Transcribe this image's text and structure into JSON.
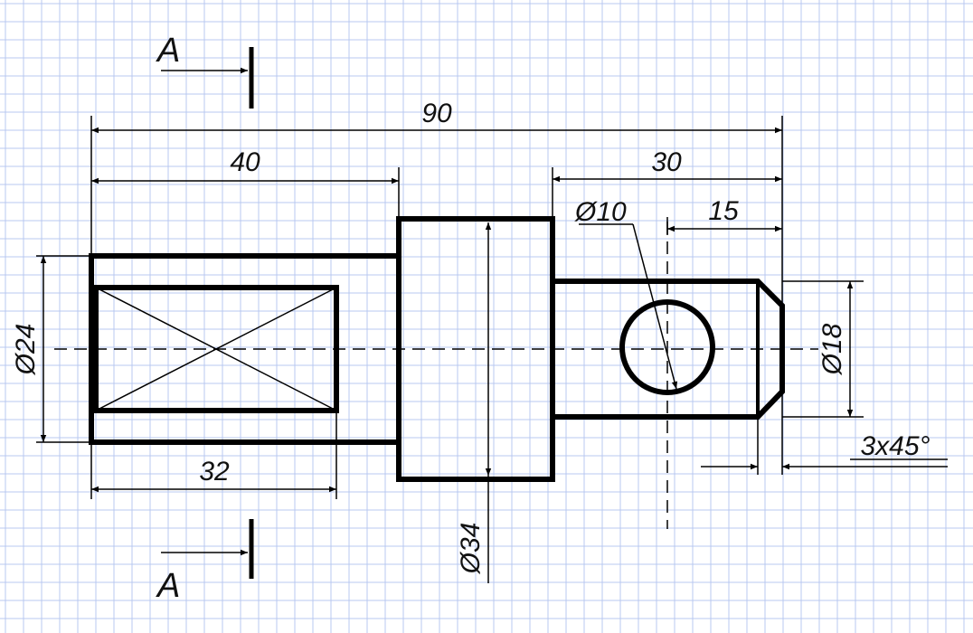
{
  "colors": {
    "grid": "#b9c9f0",
    "ink": "#000000",
    "background": "#ffffff"
  },
  "section": {
    "label_top": "A",
    "label_bottom": "A"
  },
  "dimensions": {
    "total_length": "90",
    "left_length": "40",
    "right_length": "30",
    "hole_offset": "15",
    "square_length": "32",
    "hole_diameter": "Ø10",
    "left_diameter": "Ø24",
    "collar_diameter": "Ø34",
    "right_diameter": "Ø18",
    "chamfer": "3x45°"
  }
}
